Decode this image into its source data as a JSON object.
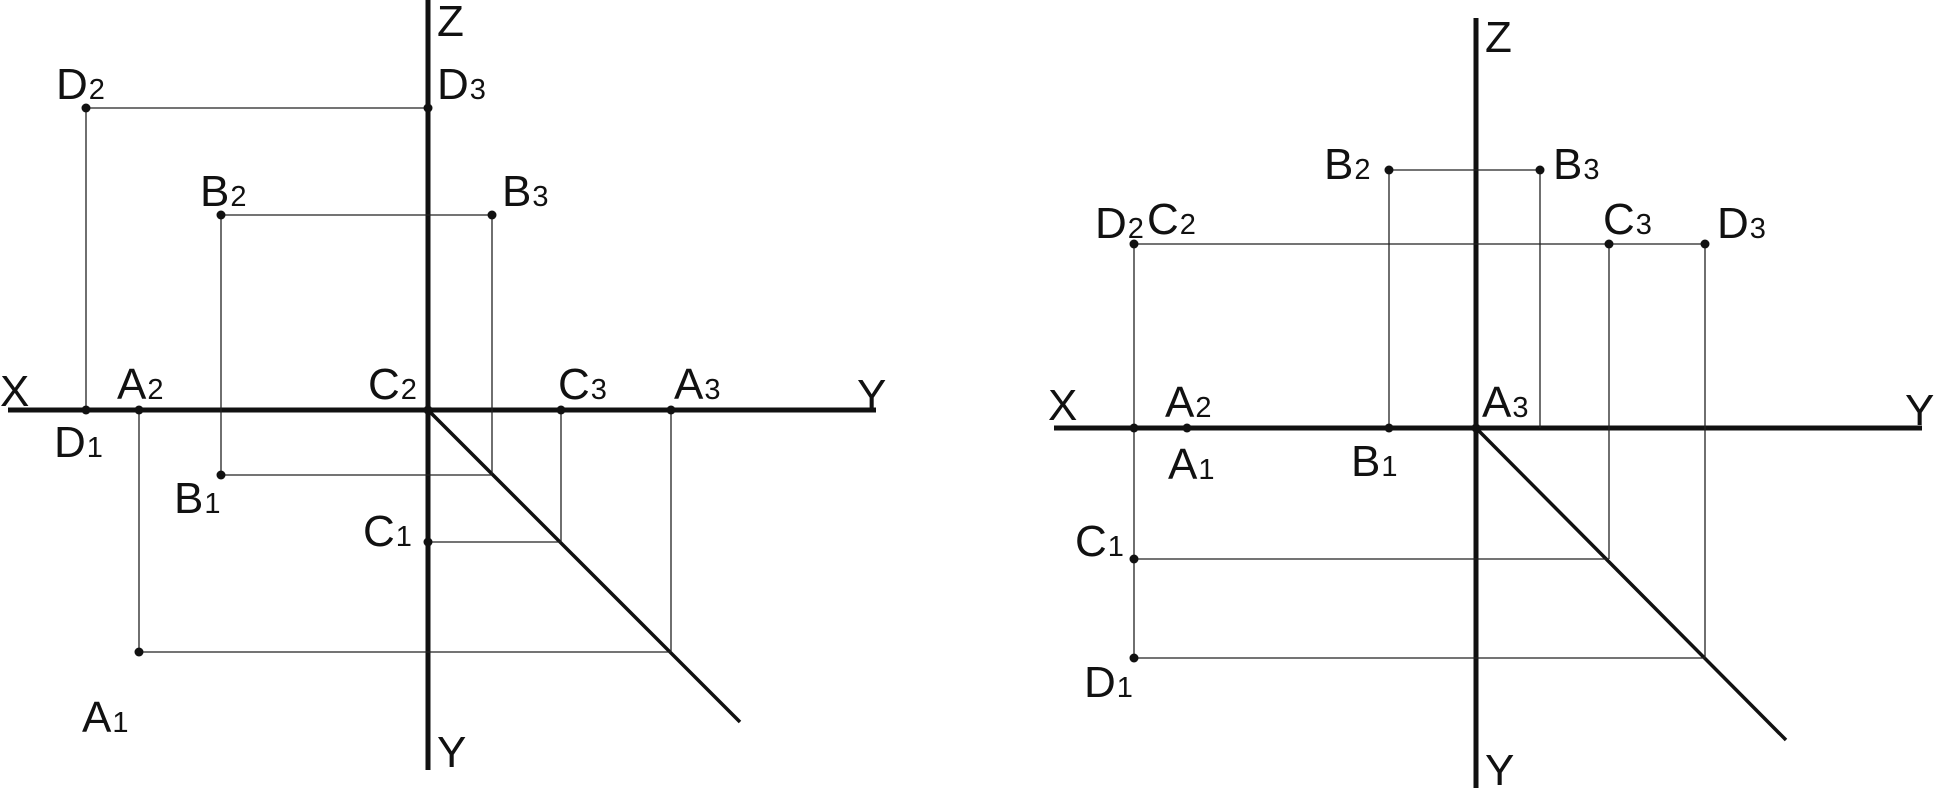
{
  "diagram_left": {
    "axis_labels": {
      "x": "X",
      "y_right": "Y",
      "z": "Z",
      "y_down": "Y"
    },
    "points": {
      "D2": {
        "letter": "D",
        "sub": "2"
      },
      "D3": {
        "letter": "D",
        "sub": "3"
      },
      "B2": {
        "letter": "B",
        "sub": "2"
      },
      "B3": {
        "letter": "B",
        "sub": "3"
      },
      "C2": {
        "letter": "C",
        "sub": "2"
      },
      "C3": {
        "letter": "C",
        "sub": "3"
      },
      "A2": {
        "letter": "A",
        "sub": "2"
      },
      "A3": {
        "letter": "A",
        "sub": "3"
      },
      "D1": {
        "letter": "D",
        "sub": "1"
      },
      "B1": {
        "letter": "B",
        "sub": "1"
      },
      "C1": {
        "letter": "C",
        "sub": "1"
      },
      "A1": {
        "letter": "A",
        "sub": "1"
      }
    }
  },
  "diagram_right": {
    "axis_labels": {
      "x": "X",
      "y_right": "Y",
      "z": "Z",
      "y_down": "Y"
    },
    "points": {
      "B2": {
        "letter": "B",
        "sub": "2"
      },
      "B3": {
        "letter": "B",
        "sub": "3"
      },
      "D2": {
        "letter": "D",
        "sub": "2"
      },
      "C2": {
        "letter": "C",
        "sub": "2"
      },
      "C3": {
        "letter": "C",
        "sub": "3"
      },
      "D3": {
        "letter": "D",
        "sub": "3"
      },
      "A2": {
        "letter": "A",
        "sub": "2"
      },
      "A3": {
        "letter": "A",
        "sub": "3"
      },
      "A1": {
        "letter": "A",
        "sub": "1"
      },
      "B1": {
        "letter": "B",
        "sub": "1"
      },
      "C1": {
        "letter": "C",
        "sub": "1"
      },
      "D1": {
        "letter": "D",
        "sub": "1"
      }
    }
  }
}
